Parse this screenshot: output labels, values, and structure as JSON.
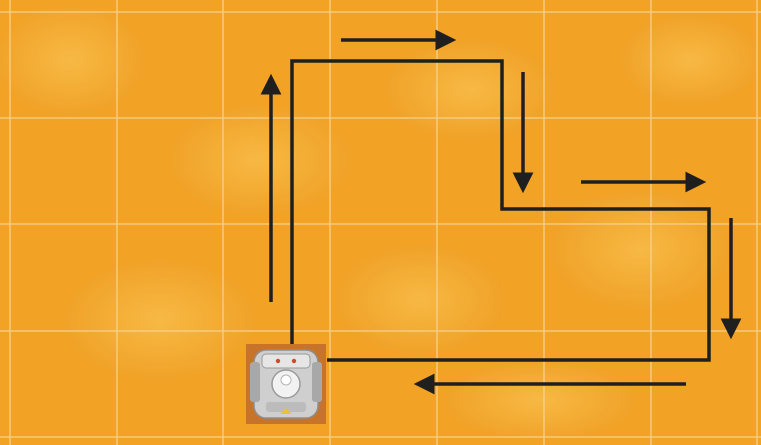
{
  "scene": {
    "background": "orange-textured-tile-grid",
    "grid_lines_color": "#f6d59a",
    "tile_colors": [
      "#f2a325",
      "#f7b944",
      "#e98f12"
    ],
    "path_color": "#1f1f1f",
    "arrow_color": "#1f1f1f",
    "robot": {
      "icon": "robot-icon",
      "body_color": "#d9d9d9",
      "base_color": "#c7742a"
    },
    "arrows": [
      {
        "name": "arrow-up",
        "direction": "up"
      },
      {
        "name": "arrow-right-top",
        "direction": "right"
      },
      {
        "name": "arrow-down-middle",
        "direction": "down"
      },
      {
        "name": "arrow-right-middle",
        "direction": "right"
      },
      {
        "name": "arrow-down-right",
        "direction": "down"
      },
      {
        "name": "arrow-left-bottom",
        "direction": "left"
      }
    ]
  }
}
